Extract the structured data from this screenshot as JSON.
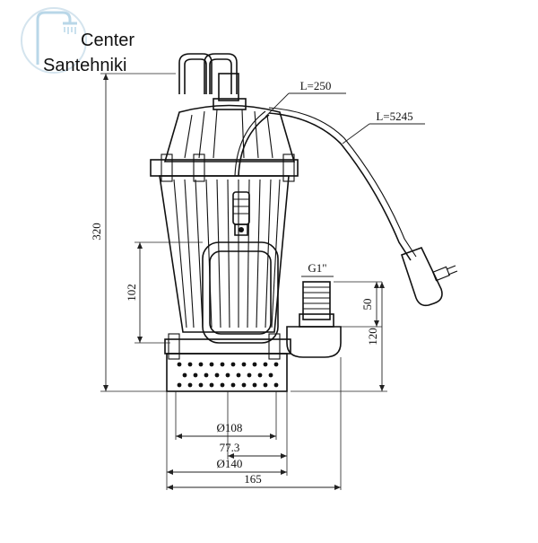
{
  "logo": {
    "line1": "Center",
    "line2": "Santehniki",
    "colors": {
      "icon": "#b9d7e8",
      "line1": "#8a9aa6",
      "line2": "#9fd0ea"
    }
  },
  "labels": {
    "cable_short": "L=250",
    "cable_long": "L=5245",
    "outlet_thread": "G1\""
  },
  "dimensions": {
    "total_height": "320",
    "float_height": "102",
    "outlet_height": "50",
    "outlet_base_height": "120",
    "diameter_inner": "Ø108",
    "offset": "77.3",
    "diameter_outer": "Ø140",
    "overall_width": "165"
  }
}
